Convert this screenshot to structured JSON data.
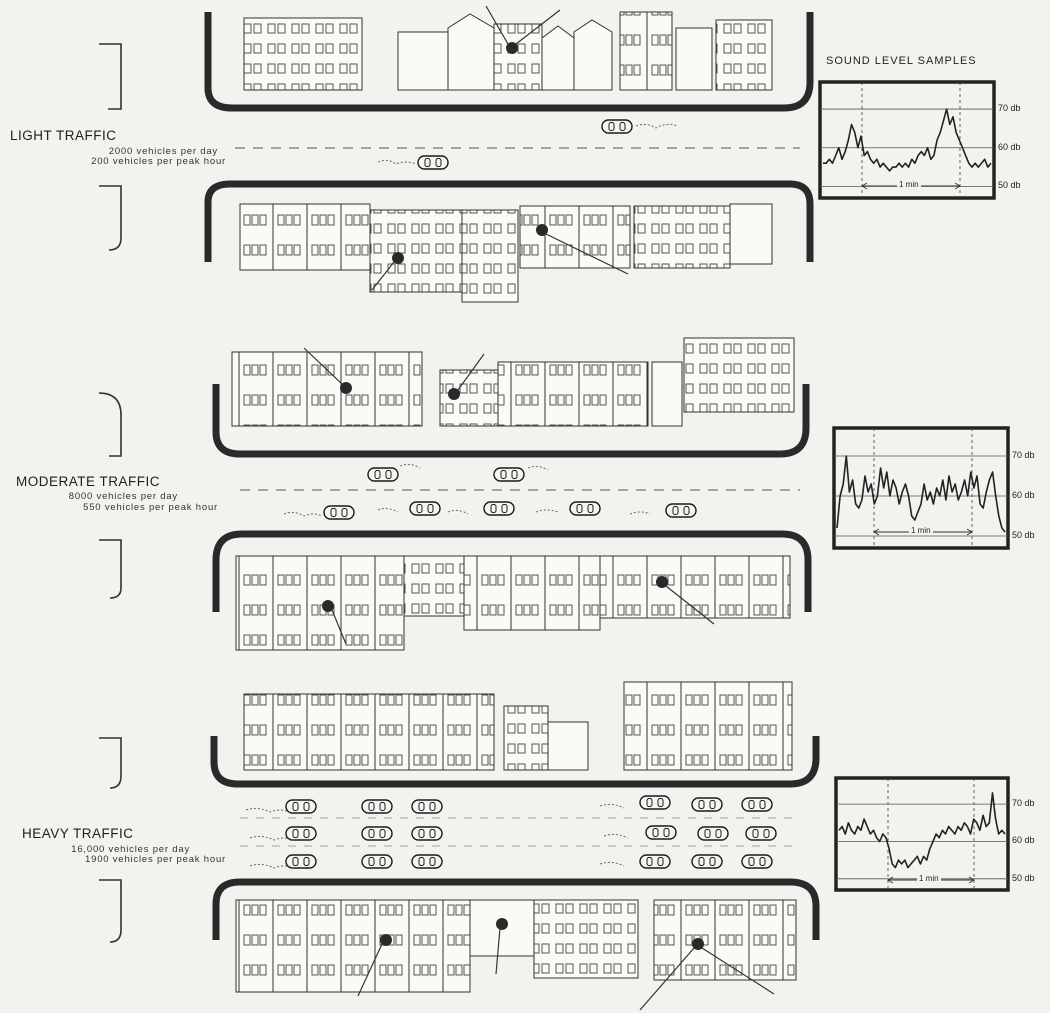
{
  "sound_header": "SOUND LEVEL SAMPLES",
  "db_labels": [
    "70 db",
    "60 db",
    "50 db"
  ],
  "duration_label": "1 min",
  "sections": [
    {
      "title": "LIGHT TRAFFIC",
      "per_day": "2000  vehicles  per  day",
      "per_peak": "200  vehicles  per  peak  hour"
    },
    {
      "title": "MODERATE TRAFFIC",
      "per_day": "8000  vehicles  per  day",
      "per_peak": "550  vehicles  per  peak  hour"
    },
    {
      "title": "HEAVY TRAFFIC",
      "per_day": "16,000  vehicles  per day",
      "per_peak": "1900  vehicles per peak  hour"
    }
  ],
  "chart_data": [
    {
      "type": "line",
      "ylim": [
        47,
        77
      ],
      "yticks": [
        70,
        60,
        50
      ],
      "ylabels": [
        "70 db",
        "60 db",
        "50 db"
      ],
      "series": [
        {
          "values": [
            56,
            56,
            57,
            56,
            58,
            60,
            57,
            59,
            62,
            66,
            64,
            60,
            63,
            58,
            59,
            57,
            56,
            57,
            55,
            56,
            55,
            54,
            55,
            55,
            56,
            55,
            56,
            55,
            57,
            56,
            58,
            59,
            58,
            60,
            57,
            58,
            62,
            64,
            67,
            70,
            66,
            68,
            64,
            62,
            60,
            58,
            56,
            55,
            56,
            55,
            56,
            57,
            55,
            56
          ]
        }
      ]
    },
    {
      "type": "line",
      "ylim": [
        47,
        77
      ],
      "yticks": [
        70,
        60,
        50
      ],
      "ylabels": [
        "70 db",
        "60 db",
        "50 db"
      ],
      "series": [
        {
          "values": [
            52,
            60,
            63,
            70,
            61,
            64,
            58,
            57,
            59,
            65,
            61,
            63,
            58,
            60,
            67,
            62,
            66,
            60,
            64,
            62,
            58,
            61,
            63,
            60,
            55,
            54,
            56,
            58,
            63,
            59,
            61,
            58,
            62,
            60,
            64,
            59,
            65,
            61,
            63,
            59,
            61,
            64,
            60,
            66,
            62,
            65,
            58,
            57,
            61,
            64,
            66,
            60,
            55,
            52,
            51
          ]
        }
      ]
    },
    {
      "type": "line",
      "ylim": [
        47,
        77
      ],
      "yticks": [
        70,
        60,
        50
      ],
      "ylabels": [
        "70 db",
        "60 db",
        "50 db"
      ],
      "series": [
        {
          "values": [
            63,
            64,
            62,
            65,
            63,
            62,
            64,
            63,
            66,
            64,
            62,
            63,
            61,
            60,
            62,
            61,
            58,
            54,
            53,
            55,
            54,
            55,
            53,
            54,
            55,
            56,
            54,
            56,
            55,
            58,
            60,
            62,
            61,
            63,
            62,
            64,
            63,
            62,
            64,
            63,
            65,
            64,
            62,
            66,
            65,
            63,
            67,
            64,
            65,
            73,
            66,
            62,
            63,
            62
          ]
        }
      ]
    }
  ]
}
